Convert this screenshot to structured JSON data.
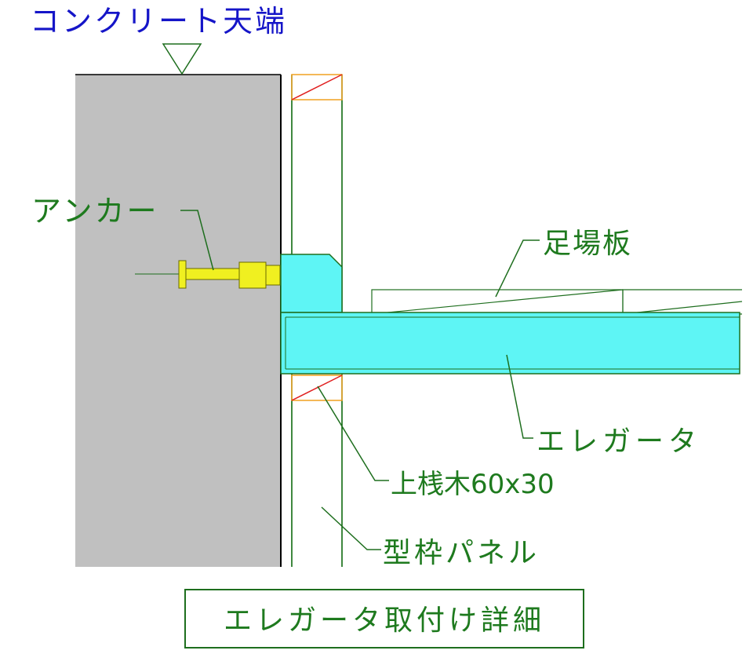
{
  "labels": {
    "concrete_top": "コンクリート天端",
    "anchor": "アンカー",
    "scaffold_board": "足場板",
    "ele_girder": "エレガータ",
    "upper_batten": "上桟木60x30",
    "formwork_panel": "型枠パネル"
  },
  "caption": "エレガータ取付け詳細",
  "colors": {
    "concrete_fill": "#c0c0c0",
    "concrete_edge": "#000000",
    "formwork_line": "#006000",
    "girder_fill": "#5ef5f5",
    "anchor_fill": "#f0f020",
    "batten_box": "#f0a020",
    "batten_diag": "#e02020",
    "blue_text": "#1515c8",
    "green_text": "#1e7a1e"
  }
}
